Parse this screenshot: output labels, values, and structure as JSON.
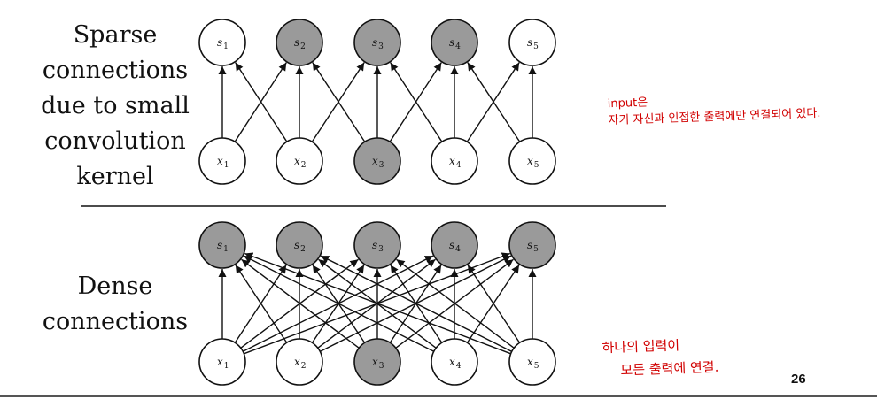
{
  "sparse": {
    "caption": [
      "Sparse",
      "connections",
      "due to small",
      "convolution",
      "kernel"
    ],
    "outputs": [
      {
        "label": "s",
        "sub": "1",
        "shaded": false
      },
      {
        "label": "s",
        "sub": "2",
        "shaded": true
      },
      {
        "label": "s",
        "sub": "3",
        "shaded": true
      },
      {
        "label": "s",
        "sub": "4",
        "shaded": true
      },
      {
        "label": "s",
        "sub": "5",
        "shaded": false
      }
    ],
    "inputs": [
      {
        "label": "x",
        "sub": "1",
        "shaded": false
      },
      {
        "label": "x",
        "sub": "2",
        "shaded": false
      },
      {
        "label": "x",
        "sub": "3",
        "shaded": true
      },
      {
        "label": "x",
        "sub": "4",
        "shaded": false
      },
      {
        "label": "x",
        "sub": "5",
        "shaded": false
      }
    ],
    "connections": "kernel-3"
  },
  "dense": {
    "caption": [
      "Dense",
      "connections"
    ],
    "outputs": [
      {
        "label": "s",
        "sub": "1",
        "shaded": true
      },
      {
        "label": "s",
        "sub": "2",
        "shaded": true
      },
      {
        "label": "s",
        "sub": "3",
        "shaded": true
      },
      {
        "label": "s",
        "sub": "4",
        "shaded": true
      },
      {
        "label": "s",
        "sub": "5",
        "shaded": true
      }
    ],
    "inputs": [
      {
        "label": "x",
        "sub": "1",
        "shaded": false
      },
      {
        "label": "x",
        "sub": "2",
        "shaded": false
      },
      {
        "label": "x",
        "sub": "3",
        "shaded": true
      },
      {
        "label": "x",
        "sub": "4",
        "shaded": false
      },
      {
        "label": "x",
        "sub": "5",
        "shaded": false
      }
    ],
    "connections": "all-to-all"
  },
  "annotations": {
    "top": [
      "input은",
      "자기 자신과 인접한 출력에만 연결되어 있다."
    ],
    "bottom": [
      "하나의 입력이",
      "모든 출력에 연결."
    ]
  },
  "page_number": "26",
  "colors": {
    "shaded_fill": "#9a9a9a",
    "plain_fill": "#ffffff",
    "stroke": "#111111",
    "annotation": "#d10000"
  }
}
